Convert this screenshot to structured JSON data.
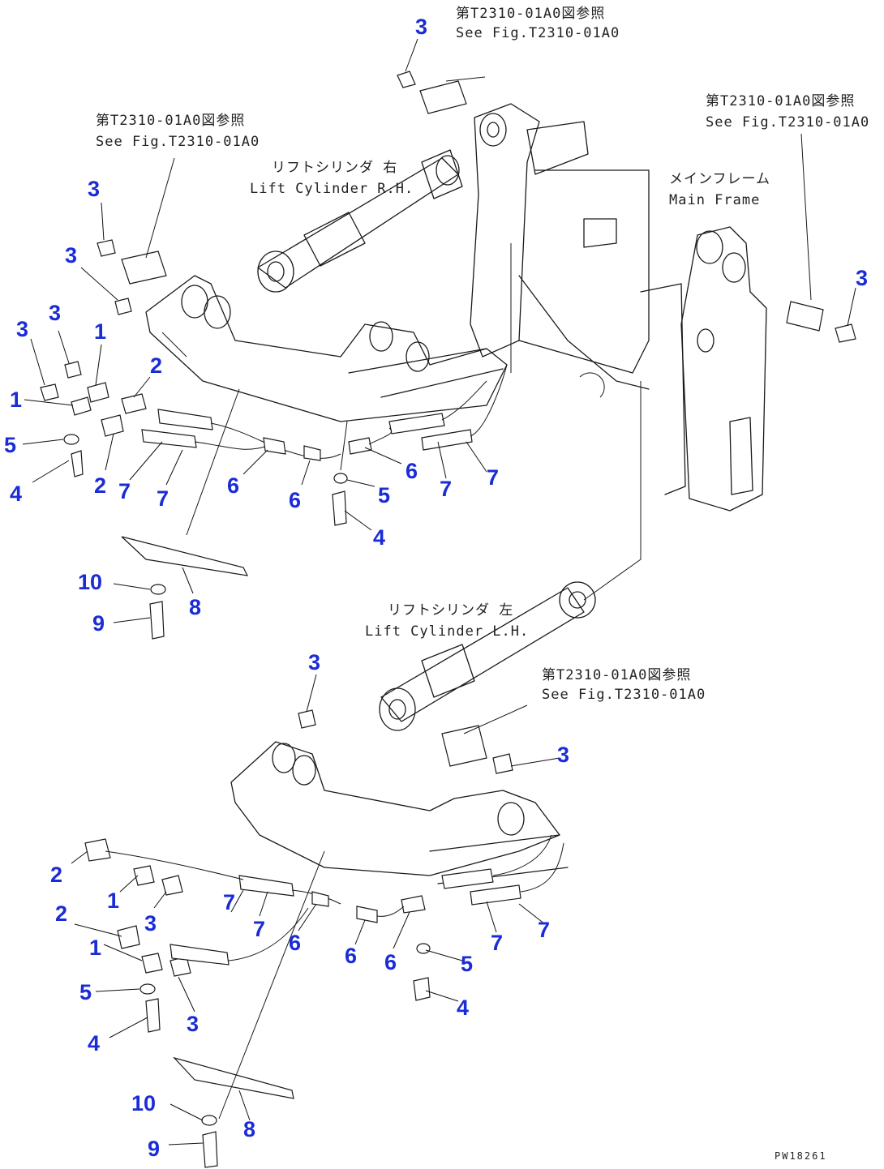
{
  "notes": {
    "ref_top_jp": "第T2310-01A0図参照",
    "ref_top_en": "See Fig.T2310-01A0",
    "ref_left_jp": "第T2310-01A0図参照",
    "ref_left_en": "See Fig.T2310-01A0",
    "ref_right_jp": "第T2310-01A0図参照",
    "ref_right_en": "See Fig.T2310-01A0",
    "ref_lower_jp": "第T2310-01A0図参照",
    "ref_lower_en": "See Fig.T2310-01A0",
    "lift_rh_jp": "リフトシリンダ 右",
    "lift_rh_en": "Lift Cylinder R.H.",
    "lift_lh_jp": "リフトシリンダ 左",
    "lift_lh_en": "Lift Cylinder L.H.",
    "main_frame_jp": "メインフレーム",
    "main_frame_en": "Main Frame"
  },
  "drawing_code": "PW18261",
  "callouts": {
    "c1": "3",
    "c2": "3",
    "c3": "3",
    "c4": "3",
    "c5": "3",
    "c6": "3",
    "c7": "1",
    "c8": "1",
    "c9": "2",
    "c10": "5",
    "c11": "2",
    "c12": "4",
    "c13": "7",
    "c14": "7",
    "c15": "6",
    "c16": "6",
    "c17": "6",
    "c18": "5",
    "c19": "4",
    "c20": "7",
    "c21": "7",
    "c22": "10",
    "c23": "8",
    "c24": "9",
    "c25": "3",
    "c26": "3",
    "c27": "3",
    "c28": "2",
    "c29": "1",
    "c30": "3",
    "c31": "7",
    "c32": "7",
    "c33": "2",
    "c34": "1",
    "c35": "6",
    "c36": "6",
    "c37": "6",
    "c38": "5",
    "c39": "7",
    "c40": "7",
    "c41": "5",
    "c42": "3",
    "c43": "4",
    "c44": "4",
    "c45": "10",
    "c46": "8",
    "c47": "9"
  }
}
